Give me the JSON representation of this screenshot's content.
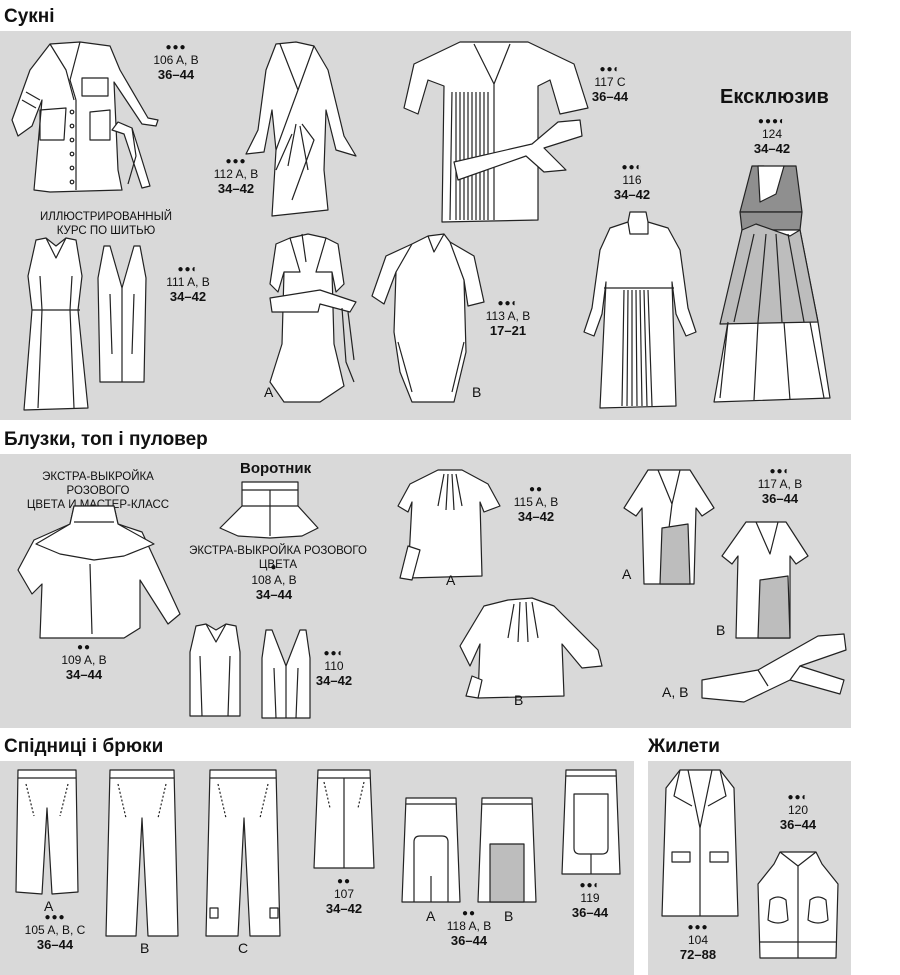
{
  "sections": {
    "dresses": "Сукні",
    "blouses": "Блузки, топ і пуловер",
    "skirts": "Спідниці і брюки",
    "vests": "Жилети"
  },
  "difficulty": {
    "d2": "●●",
    "d3": "●●●",
    "d2h": "●●◐",
    "d1": "●",
    "d3h": "●●●◐"
  },
  "items": {
    "m106": {
      "num": "106 A, B",
      "size": "36–44"
    },
    "m112": {
      "num": "112 A, B",
      "size": "34–42"
    },
    "m117c": {
      "num": "117 C",
      "size": "36–44"
    },
    "m124": {
      "num": "124",
      "size": "34–42"
    },
    "m116": {
      "num": "116",
      "size": "34–42"
    },
    "m111": {
      "num": "111 A, B",
      "size": "34–42"
    },
    "m113": {
      "num": "113 A, B",
      "size": "17–21"
    },
    "m115": {
      "num": "115 A, B",
      "size": "34–42"
    },
    "m117ab": {
      "num": "117 A, B",
      "size": "36–44"
    },
    "m108": {
      "num": "108 A, B",
      "size": "34–44"
    },
    "m109": {
      "num": "109 A, B",
      "size": "34–44"
    },
    "m110": {
      "num": "110",
      "size": "34–42"
    },
    "m107": {
      "num": "107",
      "size": "34–42"
    },
    "m105": {
      "num": "105 A, B, C",
      "size": "36–44"
    },
    "m118": {
      "num": "118 A, B",
      "size": "36–44"
    },
    "m119": {
      "num": "119",
      "size": "36–44"
    },
    "m120": {
      "num": "120",
      "size": "36–44"
    },
    "m104": {
      "num": "104",
      "size": "72–88"
    }
  },
  "notes": {
    "exclusive": "Ексклюзив",
    "course_1": "ИЛЛЮСТРИРОВАННЫЙ",
    "course_2": "КУРС ПО ШИТЬЮ",
    "extra_pink_1": "ЭКСТРА-ВЫКРОЙКА РОЗОВОГО",
    "extra_pink_2": "ЦВЕТА И МАСТЕР-КЛАСС",
    "collar": "Воротник",
    "extra_pink_color": "ЭКСТРА-ВЫКРОЙКА РОЗОВОГО ЦВЕТА"
  },
  "letters": {
    "a": "A",
    "b": "B",
    "c": "C",
    "ab": "A, B"
  },
  "colors": {
    "panel": "#d9d9d9",
    "accent_gray": "#8f8f8f"
  }
}
